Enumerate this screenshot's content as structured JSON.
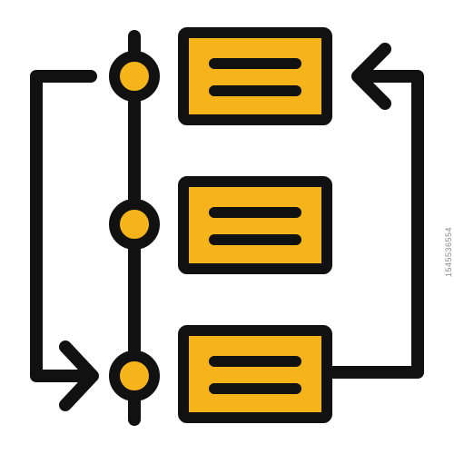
{
  "icon": {
    "name": "workflow-process-icon",
    "colors": {
      "outline": "#111111",
      "fill": "#F4B41A",
      "background": "#FFFFFF"
    },
    "nodes": 3,
    "cards": 3
  },
  "watermark": {
    "id_text": "1545536554"
  }
}
